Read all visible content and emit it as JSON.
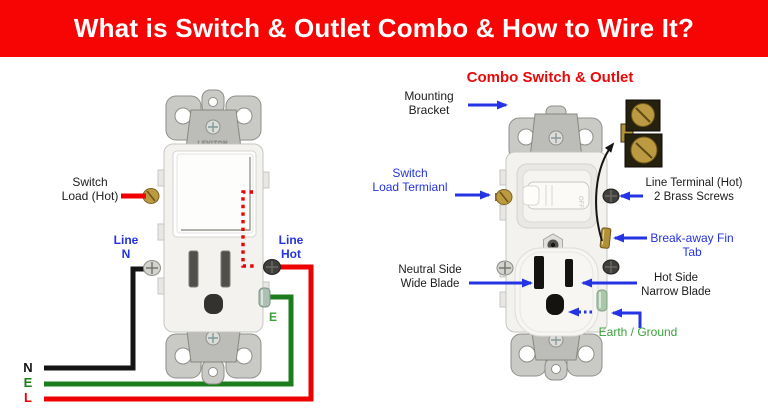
{
  "header": {
    "title": "What is Switch & Outlet Combo & How to Wire It?"
  },
  "left": {
    "switch_load": {
      "line1": "Switch",
      "line2": "Load (Hot)"
    },
    "line_n": {
      "line1": "Line",
      "line2": "N"
    },
    "line_hot": {
      "line1": "Line",
      "line2": "Hot"
    },
    "earth_marker": "E",
    "wire_labels": {
      "neutral": "N",
      "earth": "E",
      "live": "L"
    },
    "brand": "LEVITON"
  },
  "right": {
    "title": "Combo Switch & Outlet",
    "mounting_bracket": {
      "line1": "Mounting",
      "line2": "Bracket"
    },
    "switch_load_terminal": {
      "line1": "Switch",
      "line2": "Load Termianl"
    },
    "line_terminal": {
      "line1": "Line Terminal (Hot)",
      "line2": "2 Brass Screws"
    },
    "break_away": {
      "line1": "Break-away Fin",
      "line2": "Tab"
    },
    "neutral_side": {
      "line1": "Neutral Side",
      "line2": "Wide Blade"
    },
    "hot_side": {
      "line1": "Hot Side",
      "line2": "Narrow Blade"
    },
    "earth_ground": "Earth / Ground",
    "toggle_marking": "OFF"
  },
  "colors": {
    "banner_bg": "#f70505",
    "banner_fg": "#ffffff",
    "label_blue": "#2433e3",
    "label_red": "#e80909",
    "label_green": "#3aa03a",
    "label_black": "#1c1c1c",
    "wire_black": "#141414",
    "wire_green": "#1c7d1c",
    "wire_red": "#ee0000",
    "brass": "#bb9a41",
    "metal": "#c9c9c5"
  }
}
